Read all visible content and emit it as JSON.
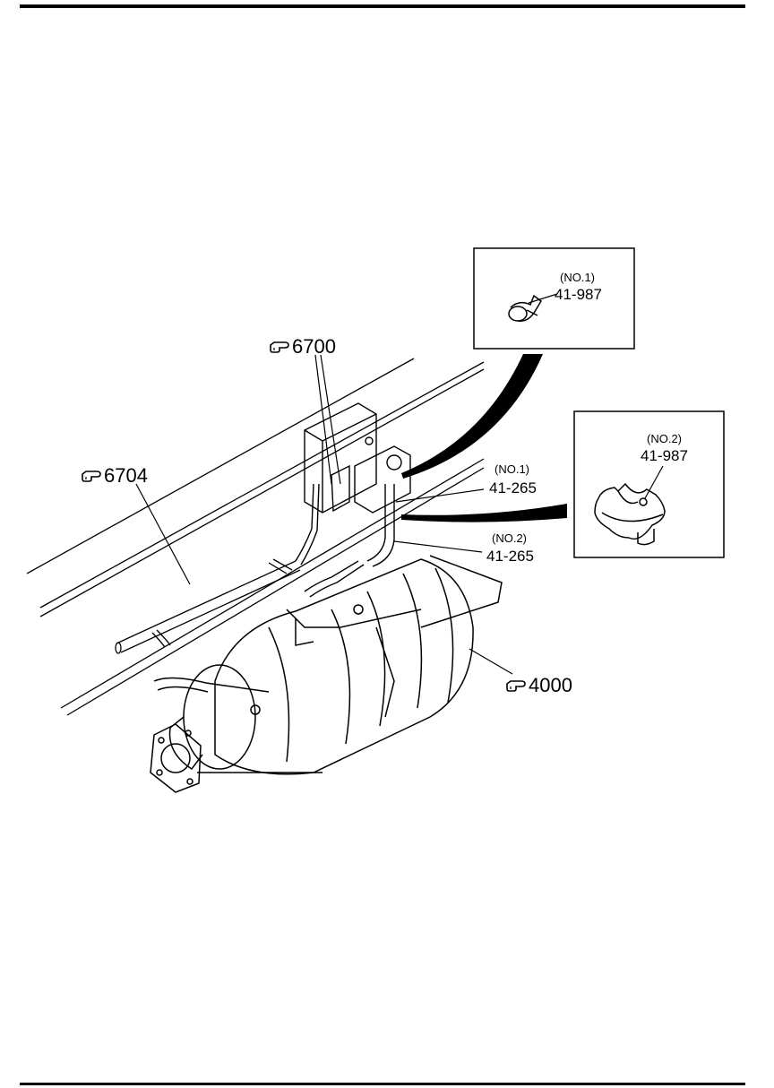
{
  "references": {
    "ref_6700": "6700",
    "ref_6704": "6704",
    "ref_4000": "4000"
  },
  "inset_clip_no1": {
    "qualifier": "(NO.1)",
    "part_number": "41-987"
  },
  "inset_clip_no2": {
    "qualifier": "(NO.2)",
    "part_number": "41-987"
  },
  "hose_no1": {
    "qualifier": "(NO.1)",
    "part_number": "41-265"
  },
  "hose_no2": {
    "qualifier": "(NO.2)",
    "part_number": "41-265"
  },
  "icons": {
    "reference_pointer": "pointing-hand-icon"
  }
}
